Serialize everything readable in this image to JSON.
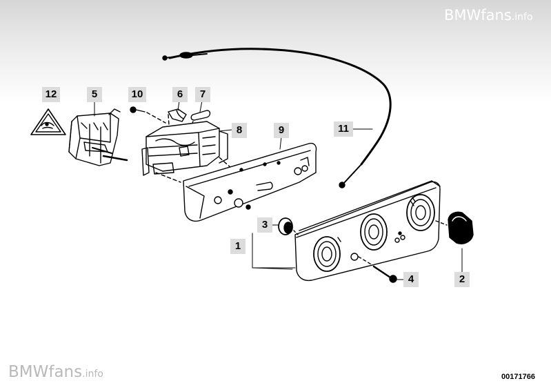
{
  "watermarks": {
    "top": "BMWfans",
    "top_suffix": ".info",
    "bottom": "BMWfans",
    "bottom_suffix": ".info"
  },
  "diagram_number": "00171766",
  "callouts": [
    "12",
    "5",
    "10",
    "6",
    "7",
    "8",
    "9",
    "11",
    "3",
    "1",
    "4",
    "2"
  ],
  "colors": {
    "line": "#000000",
    "callout_bg": "#dcdcdc",
    "header_gradient": "#d6d6d6"
  }
}
